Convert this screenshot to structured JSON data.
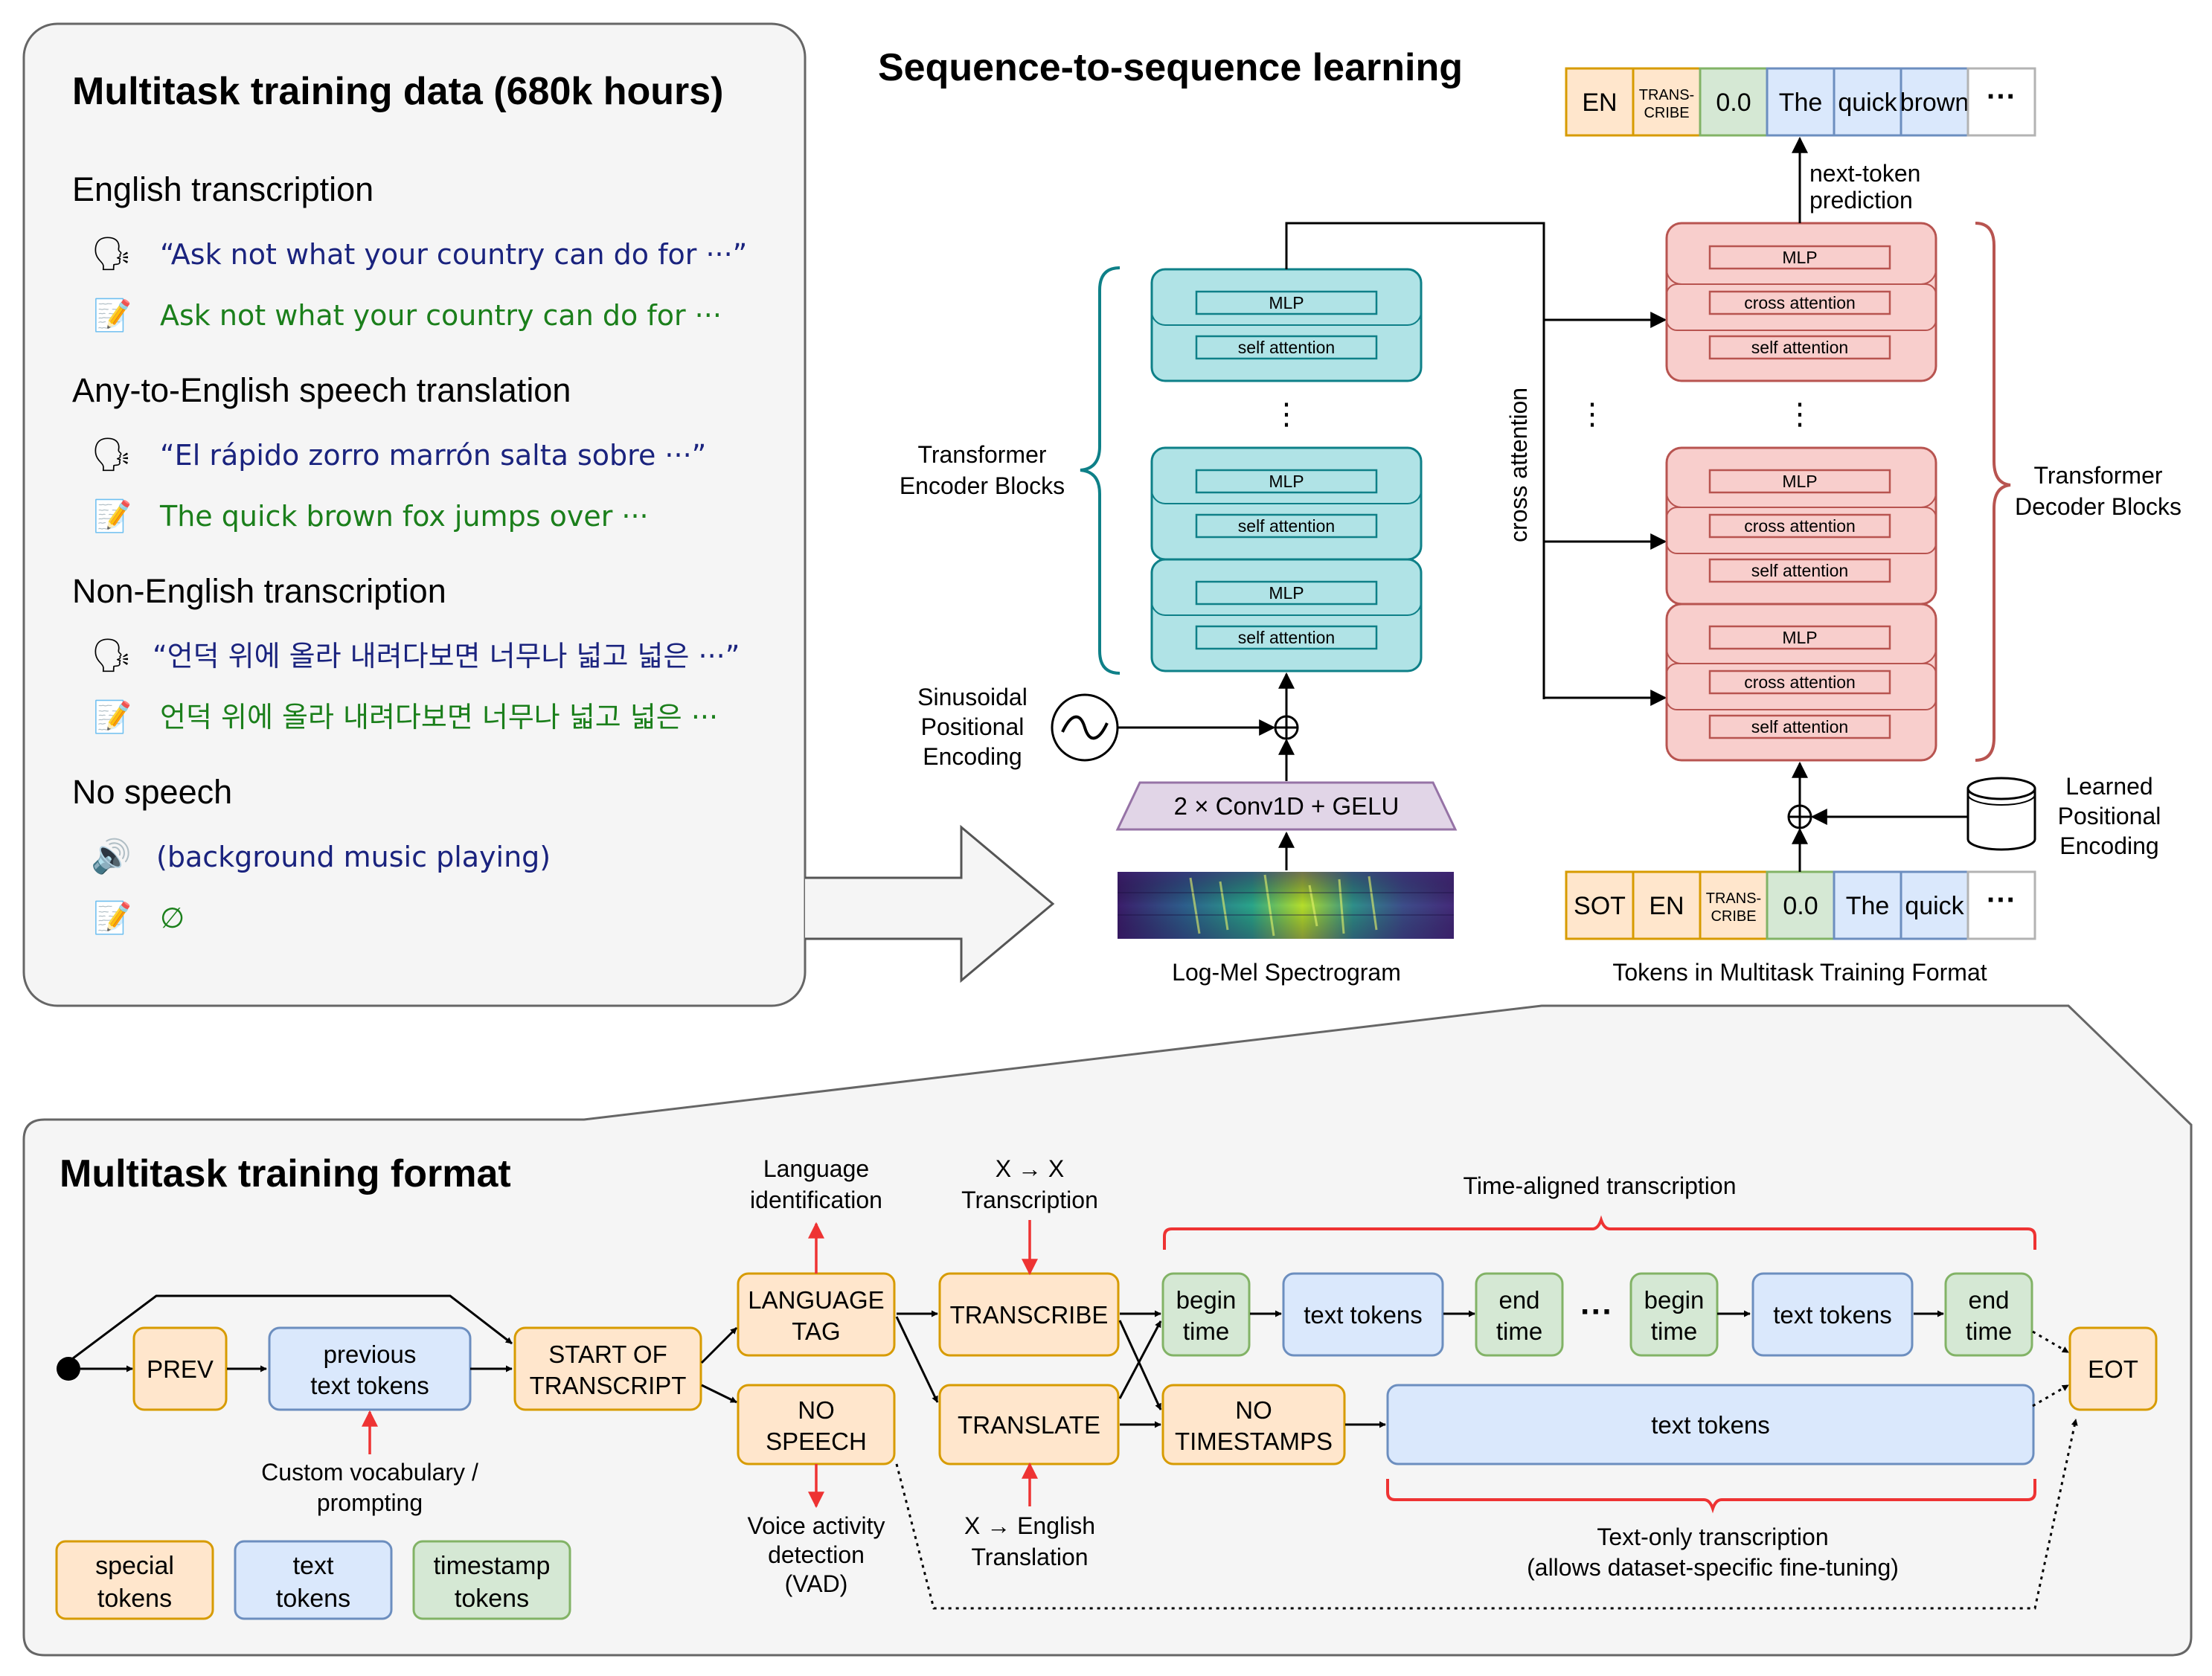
{
  "left_panel": {
    "title": "Multitask training data (680k hours)",
    "sections": [
      {
        "heading": "English transcription",
        "speech": "“Ask not what your country can do for ···”",
        "text": "Ask not what your country can do for ···"
      },
      {
        "heading": "Any-to-English speech translation",
        "speech": "“El rápido zorro marrón salta sobre ···”",
        "text": "The quick brown fox jumps over ···"
      },
      {
        "heading": "Non-English transcription",
        "speech": "“언덕 위에 올라 내려다보면 너무나 넓고 넓은 ···”",
        "text": "언덕 위에 올라 내려다보면 너무나 넓고 넓은 ···"
      },
      {
        "heading": "No speech",
        "speech": "(background music playing)",
        "text": "∅"
      }
    ]
  },
  "seq2seq": {
    "title": "Sequence-to-sequence learning",
    "encoder_label": [
      "Transformer",
      "Encoder Blocks"
    ],
    "decoder_label": [
      "Transformer",
      "Decoder Blocks"
    ],
    "mlp": "MLP",
    "self_attention": "self attention",
    "cross_attention": "cross attention",
    "cross_attention_vertical": "cross attention",
    "pos_enc": [
      "Sinusoidal",
      "Positional",
      "Encoding"
    ],
    "learned_enc": [
      "Learned",
      "Positional",
      "Encoding"
    ],
    "conv": "2 × Conv1D + GELU",
    "spectrogram_label": "Log-Mel Spectrogram",
    "tokens_label": "Tokens in Multitask Training Format",
    "next_token": [
      "next-token",
      "prediction"
    ],
    "output_tokens": [
      "EN",
      "TRANS-|CRIBE",
      "0.0",
      "The",
      "quick",
      "brown",
      "···"
    ],
    "input_tokens": [
      "SOT",
      "EN",
      "TRANS-|CRIBE",
      "0.0",
      "The",
      "quick",
      "···"
    ],
    "dots": "⋮",
    "hdots": "⋮"
  },
  "format": {
    "title": "Multitask training format",
    "prev": "PREV",
    "previous_text": [
      "previous",
      "text tokens"
    ],
    "sot": [
      "START OF",
      "TRANSCRIPT"
    ],
    "lang_tag": [
      "LANGUAGE",
      "TAG"
    ],
    "no_speech": [
      "NO",
      "SPEECH"
    ],
    "transcribe": "TRANSCRIBE",
    "translate": "TRANSLATE",
    "begin_time": [
      "begin",
      "time"
    ],
    "end_time": [
      "end",
      "time"
    ],
    "text_tokens": "text tokens",
    "ellipsis": "···",
    "no_timestamps": [
      "NO",
      "TIMESTAMPS"
    ],
    "eot": "EOT",
    "lang_id": [
      "Language",
      "identification"
    ],
    "x_transcription": [
      "X → X",
      "Transcription"
    ],
    "time_aligned": "Time-aligned transcription",
    "custom_vocab": [
      "Custom vocabulary /",
      "prompting"
    ],
    "vad": [
      "Voice activity",
      "detection",
      "(VAD)"
    ],
    "x_english": [
      "X → English",
      "Translation"
    ],
    "text_only": [
      "Text-only transcription",
      "(allows dataset-specific fine-tuning)"
    ],
    "legend": [
      [
        "special",
        "tokens"
      ],
      [
        "text",
        "tokens"
      ],
      [
        "timestamp",
        "tokens"
      ]
    ]
  },
  "colors": {
    "special_fill": "#ffe6cc",
    "special_stroke": "#d79b00",
    "text_fill": "#dae8fc",
    "text_stroke": "#6c8ebf",
    "time_fill": "#d5e8d4",
    "time_stroke": "#82b366",
    "enc_fill": "#b0e3e6",
    "enc_stroke": "#0e8088",
    "dec_fill": "#f8cecc",
    "dec_stroke": "#b85450",
    "panel_fill": "#f5f5f5",
    "panel_stroke": "#666666",
    "red_arrow": "#ee3333"
  }
}
